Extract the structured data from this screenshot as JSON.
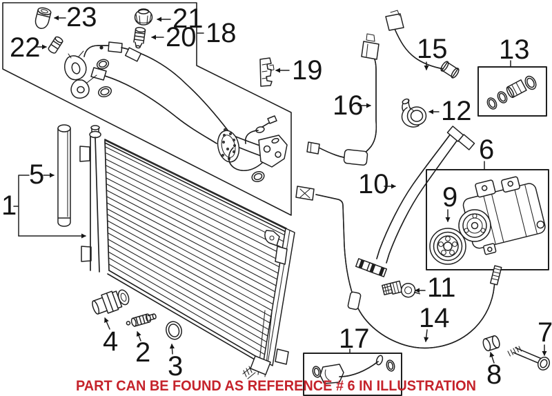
{
  "footer": {
    "note": "PART CAN BE FOUND AS REFERENCE # 6 IN ILLUSTRATION",
    "color": "#C5232B"
  },
  "callouts": [
    {
      "label": "1"
    },
    {
      "label": "2"
    },
    {
      "label": "3"
    },
    {
      "label": "4"
    },
    {
      "label": "5"
    },
    {
      "label": "6"
    },
    {
      "label": "7"
    },
    {
      "label": "8"
    },
    {
      "label": "9"
    },
    {
      "label": "10"
    },
    {
      "label": "11"
    },
    {
      "label": "12"
    },
    {
      "label": "13"
    },
    {
      "label": "14"
    },
    {
      "label": "15"
    },
    {
      "label": "16"
    },
    {
      "label": "17"
    },
    {
      "label": "18"
    },
    {
      "label": "19"
    },
    {
      "label": "20"
    },
    {
      "label": "21"
    },
    {
      "label": "22"
    },
    {
      "label": "23"
    }
  ]
}
